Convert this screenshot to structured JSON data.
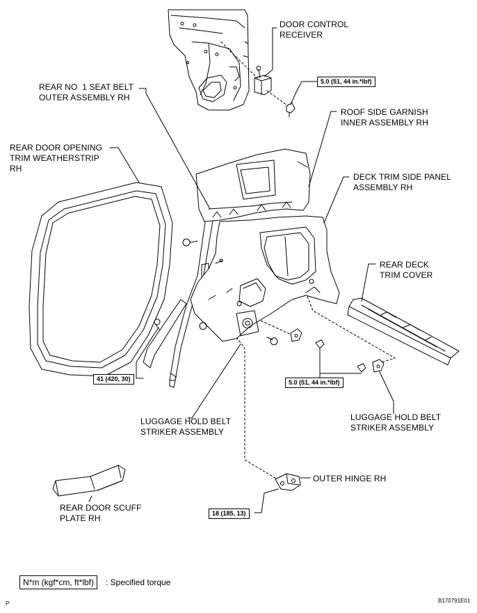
{
  "labels": {
    "door_control_receiver": "DOOR CONTROL\nRECEIVER",
    "rear_no1_seat_belt": "REAR NO  1 SEAT BELT\nOUTER ASSEMBLY RH",
    "roof_side_garnish": "ROOF SIDE GARNISH\nINNER ASSEMBLY RH",
    "rear_door_opening_trim": "REAR DOOR OPENING\nTRIM WEATHERSTRIP\nRH",
    "deck_trim_side_panel": "DECK TRIM SIDE PANEL\nASSEMBLY RH",
    "rear_deck_trim_cover": "REAR DECK\nTRIM COVER",
    "luggage_hold_belt_left": "LUGGAGE HOLD BELT\nSTRIKER ASSEMBLY",
    "luggage_hold_belt_right": "LUGGAGE HOLD BELT\nSTRIKER ASSEMBLY",
    "outer_hinge": "OUTER HINGE RH",
    "rear_door_scuff": "REAR DOOR SCUFF\nPLATE RH"
  },
  "torques": {
    "receiver": "5.0 (51, 44 in.*lbf)",
    "seat_belt": "41 (420, 30)",
    "striker": "5.0 (51, 44 in.*lbf)",
    "hinge": "18 (185, 13)"
  },
  "legend": {
    "box": "N*m (kgf*cm, ft*lbf)",
    "text": ": Specified torque"
  },
  "footer": {
    "page_letter": "P",
    "figure_code": "B170791E01"
  }
}
